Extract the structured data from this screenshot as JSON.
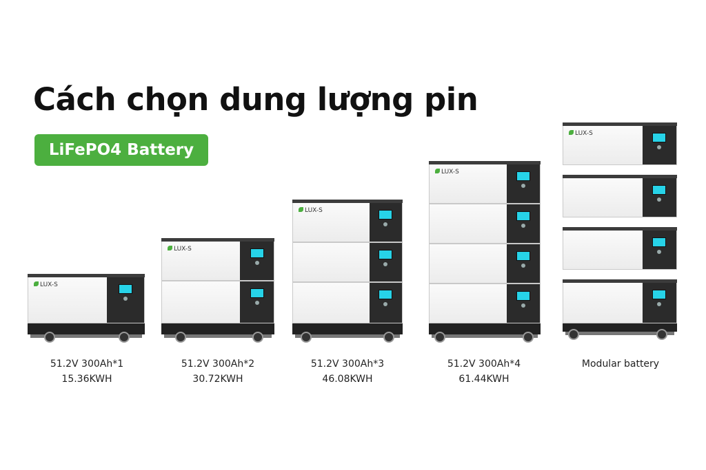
{
  "header": {
    "title": "Cách chọn dung lượng pin",
    "badge": "LiFePO4 Battery"
  },
  "brand": {
    "logo_text": "LUX-S",
    "accent": "#4caf3f",
    "screen_color": "#27d3e8"
  },
  "products": [
    {
      "modules": 1,
      "line1": "51.2V 300Ah*1",
      "line2": "15.36KWH"
    },
    {
      "modules": 2,
      "line1": "51.2V 300Ah*2",
      "line2": "30.72KWH"
    },
    {
      "modules": 3,
      "line1": "51.2V 300Ah*3",
      "line2": "46.08KWH"
    },
    {
      "modules": 4,
      "line1": "51.2V 300Ah*4",
      "line2": "61.44KWH"
    },
    {
      "modules": 4,
      "line1": "Modular battery",
      "line2": ""
    }
  ]
}
